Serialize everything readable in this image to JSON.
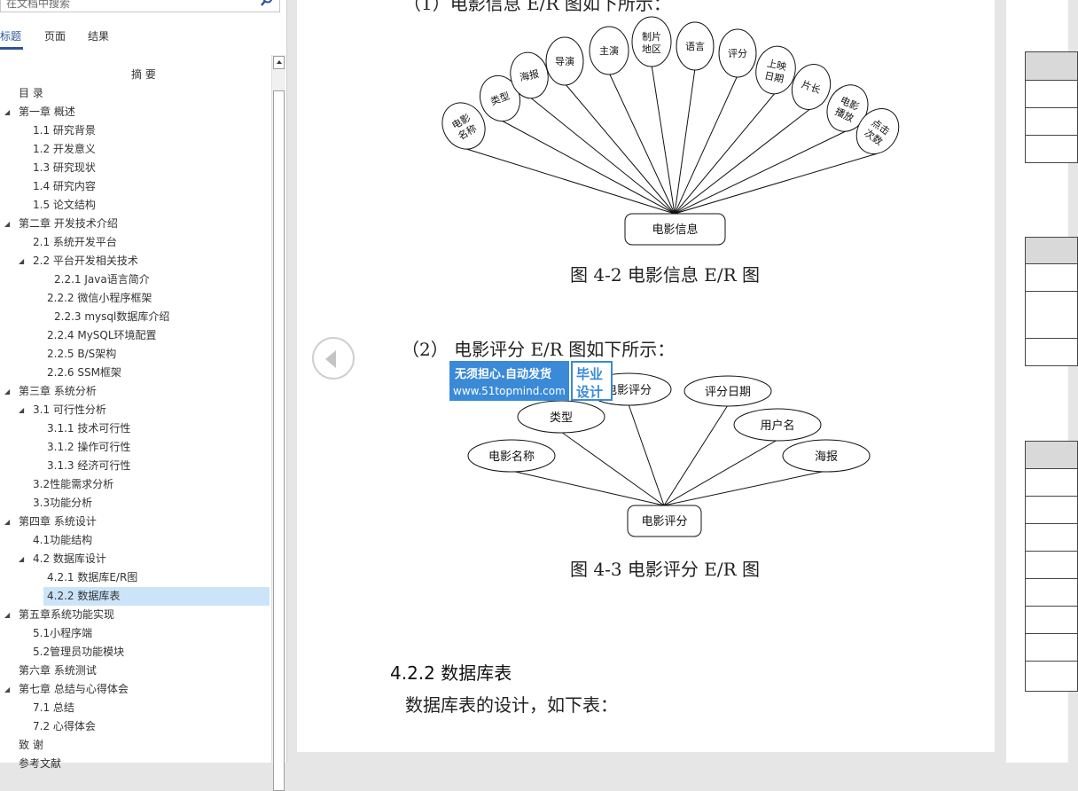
{
  "search": {
    "placeholder": "在文档中搜索"
  },
  "tabs": {
    "headings": "标题",
    "pages": "页面",
    "results": "结果"
  },
  "outline": [
    {
      "label": "摘 要",
      "level": "title",
      "toggle": ""
    },
    {
      "label": "目 录",
      "level": 0,
      "toggle": ""
    },
    {
      "label": "第一章 概述",
      "level": 0,
      "toggle": "◢"
    },
    {
      "label": "1.1 研究背景",
      "level": 1,
      "toggle": ""
    },
    {
      "label": "1.2 开发意义",
      "level": 1,
      "toggle": ""
    },
    {
      "label": "1.3 研究现状",
      "level": 1,
      "toggle": ""
    },
    {
      "label": "1.4 研究内容",
      "level": 1,
      "toggle": ""
    },
    {
      "label": "1.5 论文结构",
      "level": 1,
      "toggle": ""
    },
    {
      "label": "第二章 开发技术介绍",
      "level": 0,
      "toggle": "◢"
    },
    {
      "label": "2.1 系统开发平台",
      "level": 1,
      "toggle": ""
    },
    {
      "label": "2.2 平台开发相关技术",
      "level": 1,
      "toggle": "◢"
    },
    {
      "label": "2.2.1  Java语言简介",
      "level": 3,
      "toggle": ""
    },
    {
      "label": "2.2.2  微信小程序框架",
      "level": 2,
      "toggle": ""
    },
    {
      "label": "2.2.3  mysql数据库介绍",
      "level": 3,
      "toggle": ""
    },
    {
      "label": "2.2.4  MySQL环境配置",
      "level": 2,
      "toggle": ""
    },
    {
      "label": "2.2.5  B/S架构",
      "level": 2,
      "toggle": ""
    },
    {
      "label": "2.2.6  SSM框架",
      "level": 2,
      "toggle": ""
    },
    {
      "label": "第三章 系统分析",
      "level": 0,
      "toggle": "◢"
    },
    {
      "label": "3.1 可行性分析",
      "level": 1,
      "toggle": "◢"
    },
    {
      "label": "3.1.1 技术可行性",
      "level": 2,
      "toggle": ""
    },
    {
      "label": "3.1.2 操作可行性",
      "level": 2,
      "toggle": ""
    },
    {
      "label": "3.1.3 经济可行性",
      "level": 2,
      "toggle": ""
    },
    {
      "label": "3.2性能需求分析",
      "level": 1,
      "toggle": ""
    },
    {
      "label": "3.3功能分析",
      "level": 1,
      "toggle": ""
    },
    {
      "label": "第四章 系统设计",
      "level": 0,
      "toggle": "◢"
    },
    {
      "label": "4.1功能结构",
      "level": 1,
      "toggle": ""
    },
    {
      "label": "4.2 数据库设计",
      "level": 1,
      "toggle": "◢"
    },
    {
      "label": "4.2.1 数据库E/R图",
      "level": 2,
      "toggle": ""
    },
    {
      "label": "4.2.2 数据库表",
      "level": 2,
      "toggle": "",
      "selected": true
    },
    {
      "label": "第五章系统功能实现",
      "level": 0,
      "toggle": "◢"
    },
    {
      "label": "5.1小程序端",
      "level": 1,
      "toggle": ""
    },
    {
      "label": "5.2管理员功能模块",
      "level": 1,
      "toggle": ""
    },
    {
      "label": "第六章 系统测试",
      "level": 0,
      "toggle": ""
    },
    {
      "label": "第七章 总结与心得体会",
      "level": 0,
      "toggle": "◢"
    },
    {
      "label": "7.1 总结",
      "level": 1,
      "toggle": ""
    },
    {
      "label": "7.2 心得体会",
      "level": 1,
      "toggle": ""
    },
    {
      "label": "致 谢",
      "level": 0,
      "toggle": ""
    },
    {
      "label": "参考文献",
      "level": 0,
      "toggle": ""
    }
  ],
  "doc": {
    "top_line": "（1）电影信息 E/R 图如下所示：",
    "fig1": {
      "center": "电影信息",
      "caption": "图 4-2 电影信息 E/R 图",
      "attrs": [
        "电影名称",
        "类型",
        "海报",
        "导演",
        "主演",
        "制片地区",
        "语言",
        "评分",
        "上映日期",
        "片长",
        "电影播放",
        "点击次数"
      ]
    },
    "para2": "（2） 电影评分 E/R 图如下所示：",
    "fig2": {
      "center": "电影评分",
      "caption": "图 4-3 电影评分 E/R 图",
      "attrs": [
        "电影名称",
        "类型",
        "电影评分",
        "评分日期",
        "用户名",
        "海报"
      ]
    },
    "heading": "4.2.2  数据库表",
    "body": "数据库表的设计，如下表："
  },
  "watermark": {
    "line1": "无须担心.自动发货",
    "line2": "www.51topmind.com",
    "badge1": "毕业",
    "badge2": "设计"
  },
  "colors": {
    "accent": "#2b5797",
    "selected": "#cce4f7",
    "watermark": "#3a8ad8"
  }
}
